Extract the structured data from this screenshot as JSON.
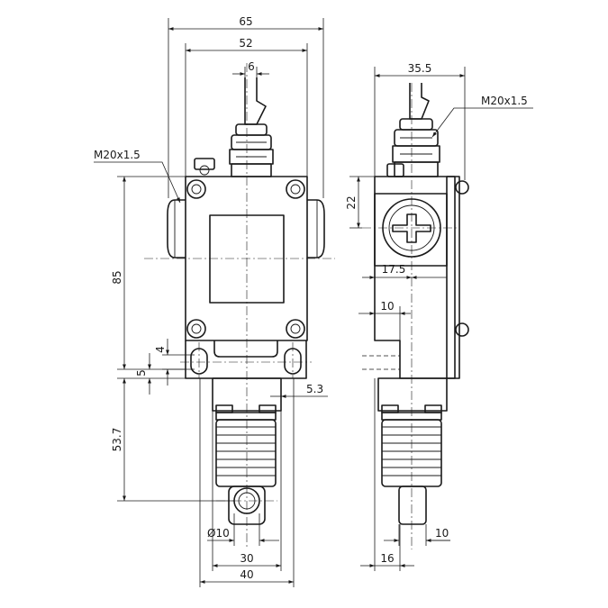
{
  "front_view": {
    "width_overall": "65",
    "width_mounting": "52",
    "actuator_width": "6",
    "thread_label": "M20x1.5",
    "height_body": "85",
    "slot_height": "4",
    "slot_offset": "5",
    "slot_width": "5.3",
    "plunger_length": "53.7",
    "roller_diameter": "Ø10",
    "bellows_width": "30",
    "base_width": "40"
  },
  "side_view": {
    "depth_overall": "35.5",
    "thread_label": "M20x1.5",
    "head_height": "22",
    "head_center": "17.5",
    "offset": "10",
    "base_depth": "16",
    "roller_width": "10"
  }
}
